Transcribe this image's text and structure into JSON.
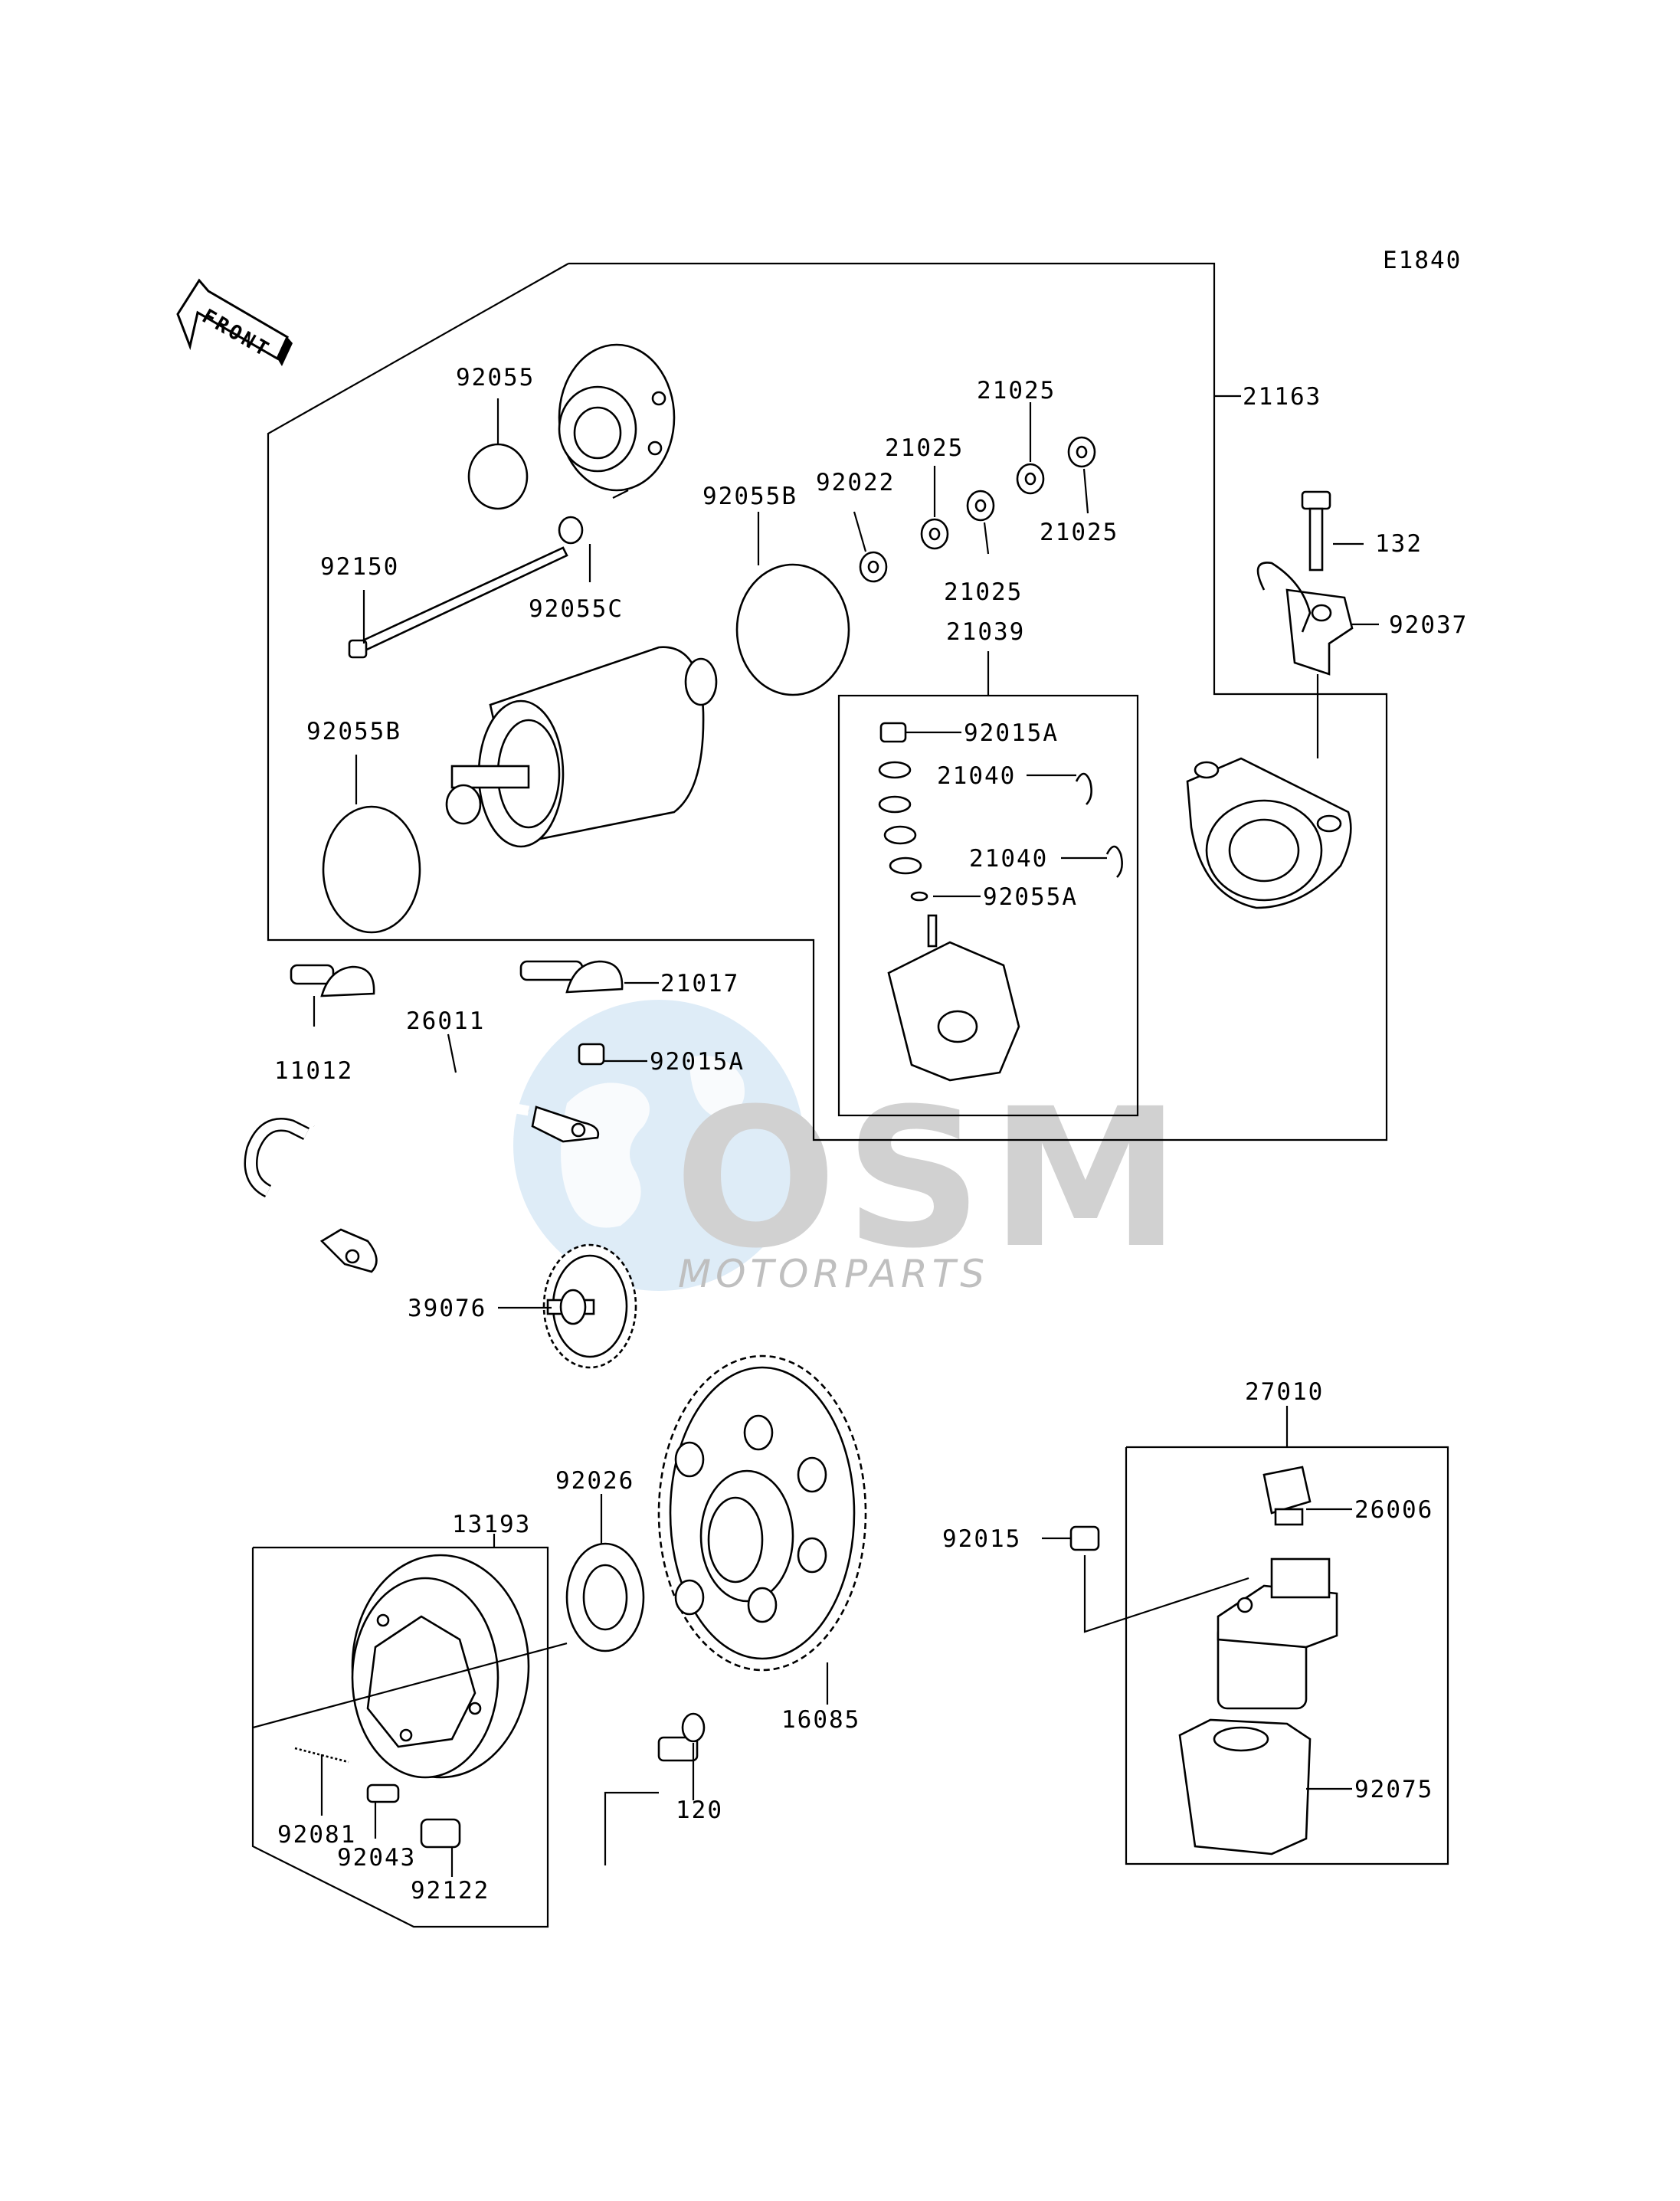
{
  "diagram": {
    "code": "E1840",
    "front_label": "FRONT",
    "watermark": {
      "brand": "OSM",
      "tagline": "MOTORPARTS",
      "colors": {
        "globe": "#cfe3f3",
        "letters": "#d6d6d6",
        "tagline": "#bcbcbc"
      }
    },
    "labels": {
      "l21163": "21163",
      "l92055": "92055",
      "l21025a": "21025",
      "l21025b": "21025",
      "l92055B_top": "92055B",
      "l92022": "92022",
      "l21025c": "21025",
      "l21025d": "21025",
      "l132": "132",
      "l92150": "92150",
      "l92055C": "92055C",
      "l92037": "92037",
      "l21039": "21039",
      "l92055B_left": "92055B",
      "l92015A_a": "92015A",
      "l21040_a": "21040",
      "l21040_b": "21040",
      "l92055A": "92055A",
      "l21017": "21017",
      "l26011": "26011",
      "l11012": "11012",
      "l92015A_b": "92015A",
      "l39076": "39076",
      "l27010": "27010",
      "l92026": "92026",
      "l13193": "13193",
      "l92015": "92015",
      "l26006": "26006",
      "l16085": "16085",
      "l120": "120",
      "l92075": "92075",
      "l92081": "92081",
      "l92043": "92043",
      "l92122": "92122"
    }
  }
}
